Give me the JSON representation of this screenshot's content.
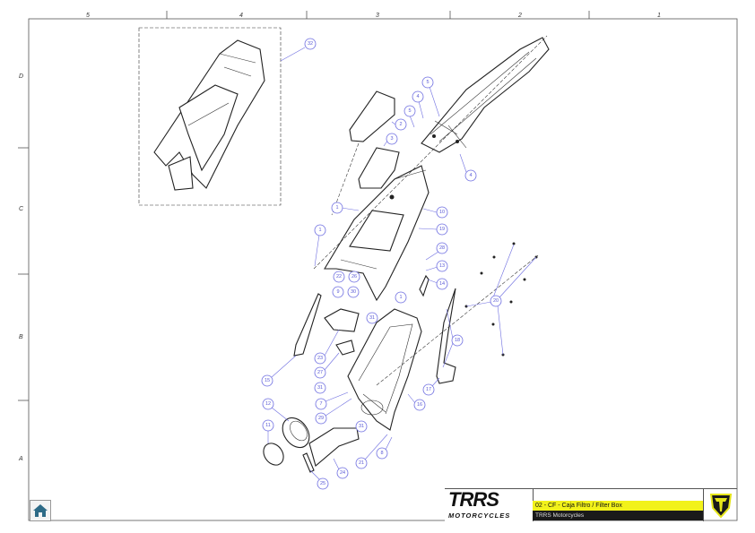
{
  "grid": {
    "columns": [
      "5",
      "4",
      "3",
      "2",
      "1"
    ],
    "rows": [
      "D",
      "C",
      "B",
      "A"
    ]
  },
  "callouts": [
    "32",
    "5",
    "4",
    "5",
    "2",
    "3",
    "4",
    "1",
    "10",
    "19",
    "1",
    "28",
    "13",
    "14",
    "22",
    "26",
    "9",
    "30",
    "1",
    "31",
    "20",
    "18",
    "17",
    "15",
    "23",
    "27",
    "31",
    "7",
    "29",
    "16",
    "31",
    "12",
    "11",
    "8",
    "21",
    "24",
    "25"
  ],
  "title_block": {
    "logo_text": "TRRS",
    "logo_sub": "MOTORCYCLES",
    "title": "02 - CF - Caja Filtro / Filter Box",
    "subtitle": "TRRS Motorcycles"
  },
  "home_button": "home-icon",
  "colors": {
    "accent": "#f2f21a",
    "callout": "#6d6de0",
    "dark": "#1a1a1a"
  }
}
